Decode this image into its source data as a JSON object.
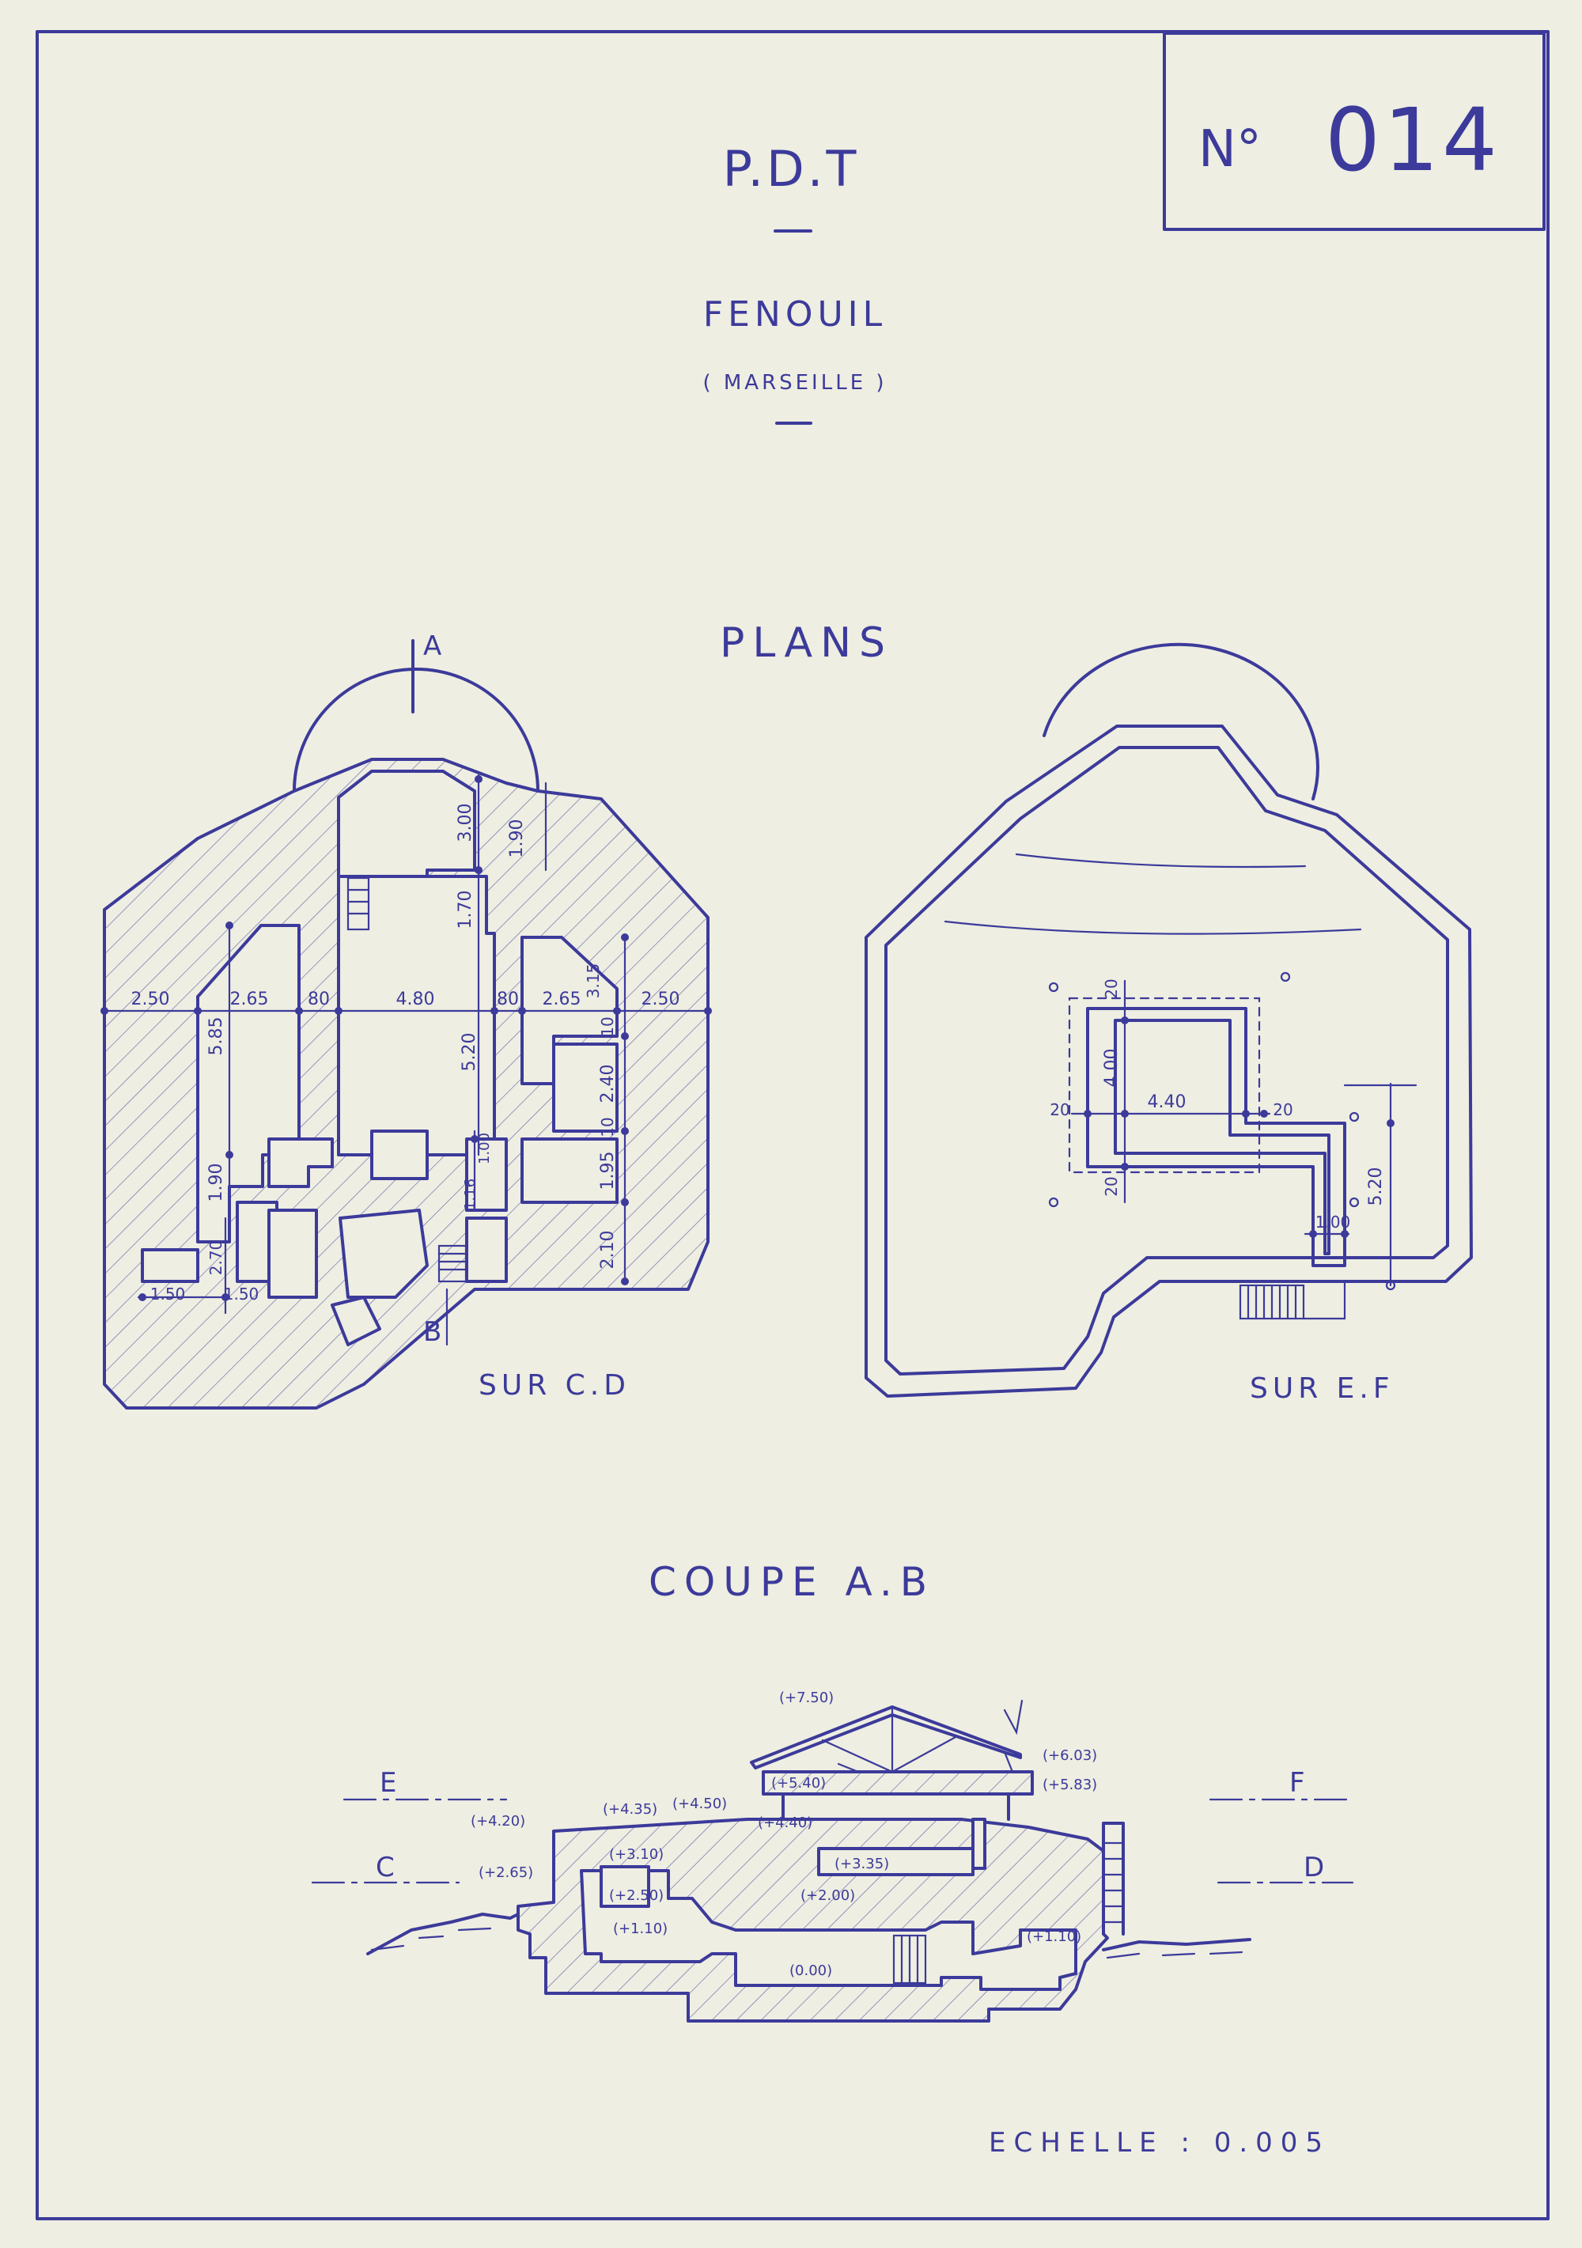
{
  "sheet": {
    "number_prefix": "N°",
    "number": "014",
    "title": "P.D.T",
    "site": "FENOUIL",
    "city": "( MARSEILLE )",
    "plans_heading": "PLANS",
    "scale": "ECHELLE : 0.005",
    "ink_color": "#3c3a9a",
    "paper_color": "#eeeee2"
  },
  "plan_cd": {
    "caption": "SUR C.D",
    "label_a": "A",
    "label_b": "B",
    "dims": {
      "d250_left": "2.50",
      "d265_left": "2.65",
      "d80_left": "80",
      "d480": "4.80",
      "d80_right": "80",
      "d265_right": "2.65",
      "d250_right": "2.50",
      "d300": "3.00",
      "d190_top": "1.90",
      "d170": "1.70",
      "d315": "3.15",
      "d10_a": "10",
      "d240": "2.40",
      "d10_b": "10",
      "d520": "5.20",
      "d585": "5.85",
      "d190_left": "1.90",
      "d100": "1.00",
      "d116": "1.16",
      "d195": "1.95",
      "d210": "2.10",
      "d270": "2.70",
      "d150_a": "1.50",
      "d150_b": "1.50"
    }
  },
  "plan_ef": {
    "caption": "SUR E.F",
    "dims": {
      "d20_top": "20",
      "d400": "4.00",
      "d20_left": "20",
      "d440": "4.40",
      "d20_right": "20",
      "d20_bottom": "20",
      "d100": "1.00",
      "d520": "5.20"
    }
  },
  "section_ab": {
    "heading": "COUPE A.B",
    "level_e": "E",
    "level_f": "F",
    "level_c": "C",
    "level_d": "D",
    "elevations": {
      "e750": "(+7.50)",
      "e603": "(+6.03)",
      "e583": "(+5.83)",
      "e540": "(+5.40)",
      "e420": "(+4.20)",
      "e435": "(+4.35)",
      "e450": "(+4.50)",
      "e440": "(+4.40)",
      "e335": "(+3.35)",
      "e310": "(+3.10)",
      "e265": "(+2.65)",
      "e250": "(+2.50)",
      "e200": "(+2.00)",
      "e110_left": "(+1.10)",
      "e110_right": "(+1.10)",
      "e000": "(0.00)"
    }
  }
}
